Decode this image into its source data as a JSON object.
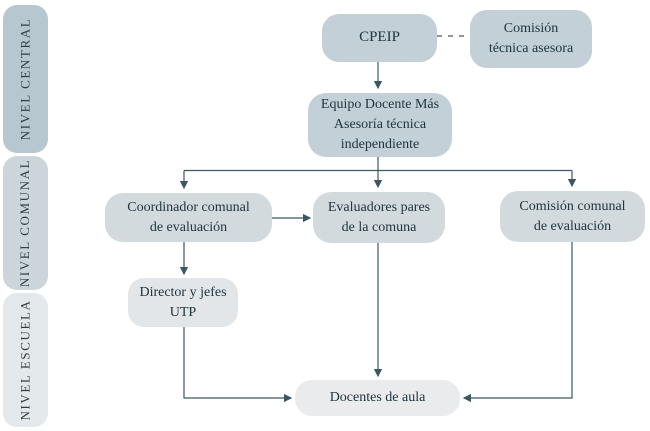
{
  "colors": {
    "line": "#3a5763",
    "dash": "#555555",
    "text": "#21353f",
    "tier_top_fill": "#c4d0d7",
    "tier_mid_fill": "#d2dade",
    "tier_school_fill": "#e2e6e8",
    "docentes_fill": "#e9ebed",
    "sidebar_central_fill": "#b7c7cf",
    "sidebar_comunal_fill": "#ccd6da",
    "sidebar_escuela_fill": "#e3e8ea"
  },
  "sidebar": {
    "levels": [
      {
        "id": "central",
        "label": "NIVEL CENTRAL"
      },
      {
        "id": "comunal",
        "label": "NIVEL COMUNAL"
      },
      {
        "id": "escuela",
        "label": "NIVEL ESCUELA"
      }
    ]
  },
  "nodes": {
    "cpeip": {
      "label": "CPEIP"
    },
    "comision_tecnica": {
      "label": "Comisión\ntécnica asesora"
    },
    "equipo_docente": {
      "label": "Equipo Docente Más\nAsesoría técnica\nindependiente"
    },
    "coordinador": {
      "label": "Coordinador comunal\nde evaluación"
    },
    "evaluadores": {
      "label": "Evaluadores pares\nde la comuna"
    },
    "comision_comunal": {
      "label": "Comisión comunal\nde evaluación"
    },
    "director": {
      "label": "Director y jefes\nUTP"
    },
    "docentes": {
      "label": "Docentes de aula"
    }
  },
  "edges": [
    {
      "from": "cpeip",
      "to": "comision_tecnica",
      "style": "dashed",
      "arrow": false
    },
    {
      "from": "cpeip",
      "to": "equipo_docente",
      "style": "solid",
      "arrow": true
    },
    {
      "from": "equipo_docente",
      "to": "coordinador",
      "style": "solid",
      "arrow": true
    },
    {
      "from": "equipo_docente",
      "to": "evaluadores",
      "style": "solid",
      "arrow": true
    },
    {
      "from": "equipo_docente",
      "to": "comision_comunal",
      "style": "solid",
      "arrow": true
    },
    {
      "from": "coordinador",
      "to": "evaluadores",
      "style": "solid",
      "arrow": true
    },
    {
      "from": "coordinador",
      "to": "director",
      "style": "solid",
      "arrow": true
    },
    {
      "from": "director",
      "to": "docentes",
      "style": "solid",
      "arrow": true
    },
    {
      "from": "evaluadores",
      "to": "docentes",
      "style": "solid",
      "arrow": true
    },
    {
      "from": "comision_comunal",
      "to": "docentes",
      "style": "solid",
      "arrow": true
    }
  ]
}
